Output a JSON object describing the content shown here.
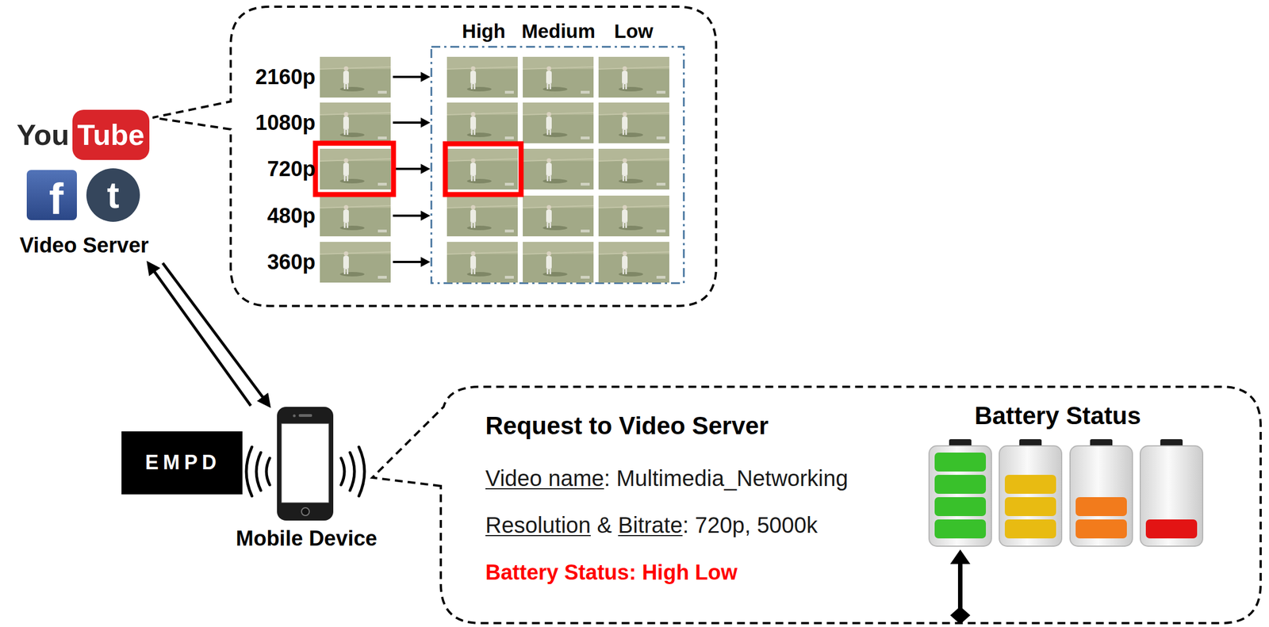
{
  "diagram": {
    "nodes": [
      {
        "text": [
          "You",
          "Tube",
          "f",
          "t",
          "Video Server"
        ]
      },
      {
        "text": [
          "High",
          "Medium",
          "Low",
          "2160p",
          "1080p",
          "720p",
          "480p",
          "360p"
        ]
      },
      {
        "text": [
          "EMPD"
        ]
      },
      {
        "text": [
          "Mobile Device"
        ]
      },
      {
        "text": [
          "Request to Video Server",
          "Battery Status",
          "Video name",
          ": Multimedia_Networking",
          "Resolution",
          "&",
          "Bitrate",
          ": 720p, 5000k",
          "Battery Status:",
          "High",
          "Low"
        ]
      }
    ],
    "edges": [
      {
        "from": 3,
        "to": 0,
        "arrow": "to"
      },
      {
        "from": 0,
        "to": 3,
        "arrow": "to"
      }
    ]
  }
}
